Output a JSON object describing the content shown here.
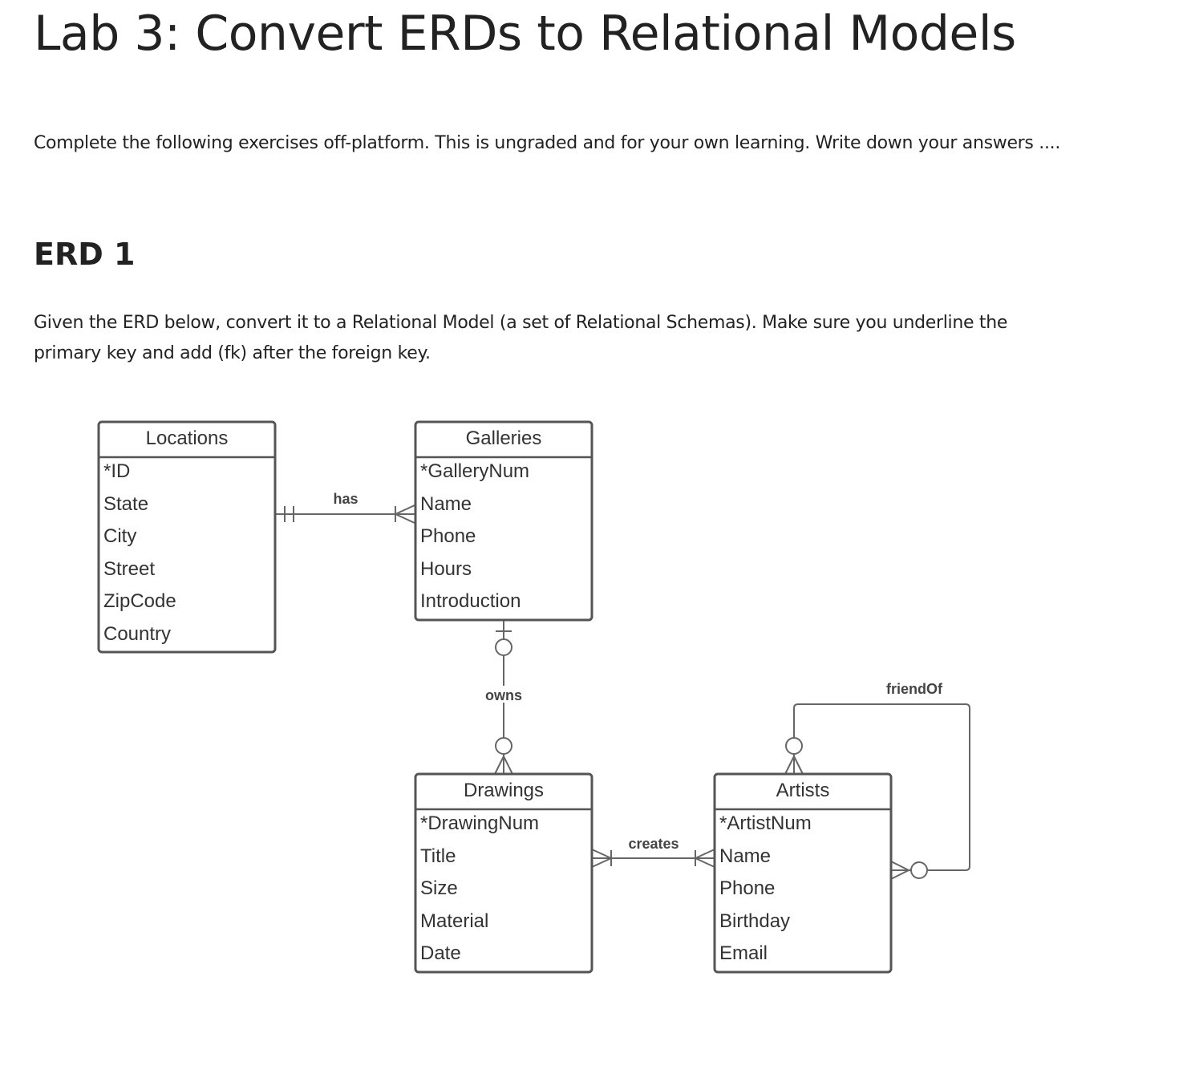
{
  "title": "Lab 3: Convert ERDs to Relational Models",
  "intro": "Complete the following exercises off-platform. This is ungraded and for your own learning. Write down your answers ....",
  "section": {
    "heading": "ERD 1",
    "instructions": "Given the ERD below, convert it to a Relational Model (a set of Relational Schemas). Make sure you underline the primary key and add (fk) after the foreign key."
  },
  "erd": {
    "entities": {
      "locations": {
        "name": "Locations",
        "attributes": [
          "*ID",
          "State",
          "City",
          "Street",
          "ZipCode",
          "Country"
        ]
      },
      "galleries": {
        "name": "Galleries",
        "attributes": [
          "*GalleryNum",
          "Name",
          "Phone",
          "Hours",
          "Introduction"
        ]
      },
      "drawings": {
        "name": "Drawings",
        "attributes": [
          "*DrawingNum",
          "Title",
          "Size",
          "Material",
          "Date"
        ]
      },
      "artists": {
        "name": "Artists",
        "attributes": [
          "*ArtistNum",
          "Name",
          "Phone",
          "Birthday",
          "Email"
        ]
      }
    },
    "relationships": {
      "has": "has",
      "owns": "owns",
      "creates": "creates",
      "friendOf": "friendOf"
    }
  }
}
